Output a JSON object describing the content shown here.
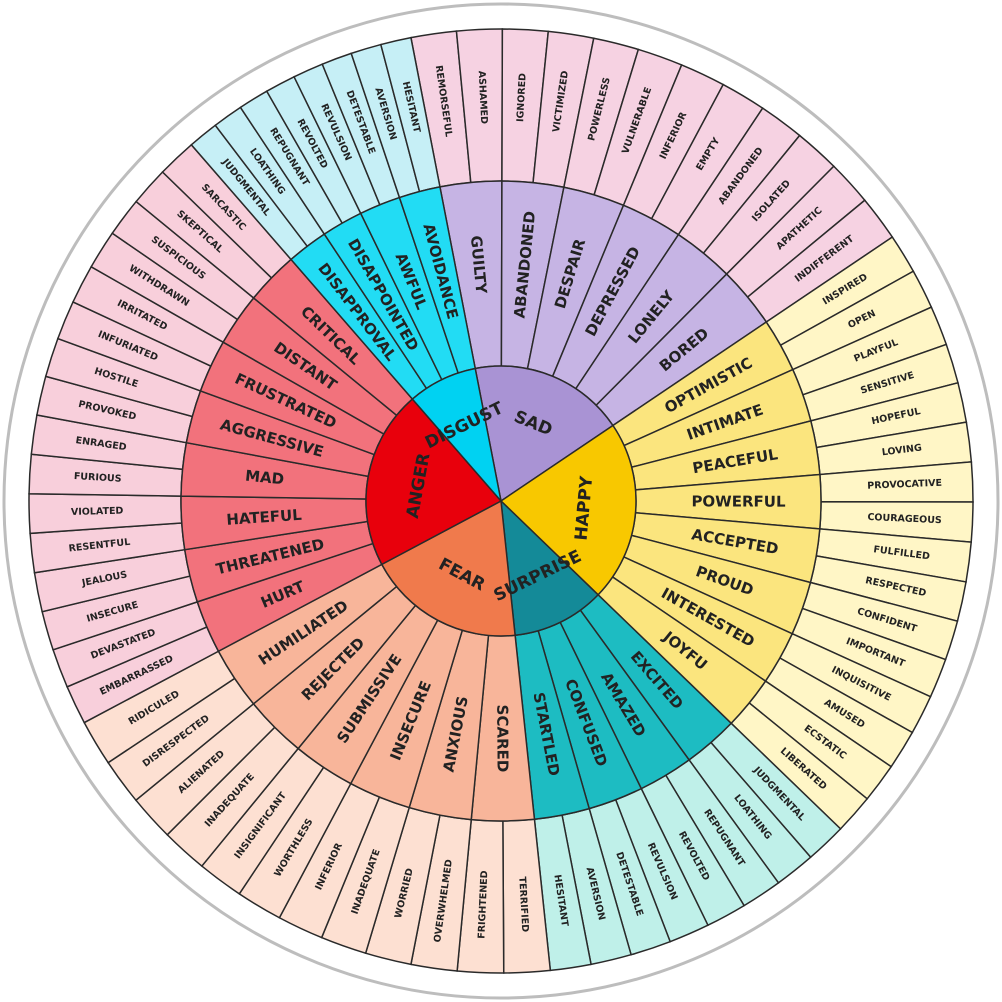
{
  "wheel": {
    "colors": {
      "sad": {
        "core": "#a993d4",
        "mid": "#c6b4e4",
        "out": "#f6d2e2",
        "text": "#222222"
      },
      "happy": {
        "core": "#f8c800",
        "mid": "#fbe57e",
        "out": "#fff6c6",
        "text": "#222222"
      },
      "surprise": {
        "core": "#148a98",
        "mid": "#1dbcc2",
        "out": "#bff0e9",
        "text": "#ffffff"
      },
      "fear": {
        "core": "#f07a4c",
        "mid": "#f8b59a",
        "out": "#fde0d2",
        "text": "#ffffff"
      },
      "anger": {
        "core": "#e8000c",
        "mid": "#f2727c",
        "out": "#f8cfdb",
        "text": "#ffffff"
      },
      "disgust": {
        "core": "#00d2f2",
        "mid": "#22dcf4",
        "out": "#c6eff6",
        "text": "#222222"
      }
    },
    "emotions": [
      {
        "key": "sad",
        "name": "SAD",
        "start": -11,
        "end": 56,
        "mid": [
          "GUILTY",
          "ABANDONED",
          "DESPAIR",
          "DEPRESSED",
          "LONELY",
          "BORED"
        ],
        "outer": [
          "REMORSEFUL",
          "ASHAMED",
          "IGNORED",
          "VICTIMIZED",
          "POWERLESS",
          "VULNERABLE",
          "INFERIOR",
          "EMPTY",
          "ABANDONED",
          "ISOLATED",
          "APATHETIC",
          "INDIFFERENT"
        ]
      },
      {
        "key": "happy",
        "name": "HAPPY",
        "start": 56,
        "end": 134,
        "mid": [
          "OPTIMISTIC",
          "INTIMATE",
          "PEACEFUL",
          "POWERFUL",
          "ACCEPTED",
          "PROUD",
          "INTERESTED",
          "JOYFU"
        ],
        "outer": [
          "INSPIRED",
          "OPEN",
          "PLAYFUL",
          "SENSITIVE",
          "HOPEFUL",
          "LOVING",
          "PROVOCATIVE",
          "COURAGEOUS",
          "FULFILLED",
          "RESPECTED",
          "CONFIDENT",
          "IMPORTANT",
          "INQUISITIVE",
          "AMUSED",
          "ECSTATIC",
          "LIBERATED"
        ]
      },
      {
        "key": "surprise",
        "name": "SURPRISE",
        "start": 134,
        "end": 174,
        "mid": [
          "EXCITED",
          "AMAZED",
          "CONFUSED",
          "STARTLED"
        ],
        "outer": [
          "JUDGMENTAL",
          "LOATHING",
          "REPUGNANT",
          "REVOLTED",
          "REVULSION",
          "DETESTABLE",
          "AVERSION",
          "HESITANT"
        ]
      },
      {
        "key": "fear",
        "name": "FEAR",
        "start": 174,
        "end": 242,
        "mid": [
          "SCARED",
          "ANXIOUS",
          "INSECURE",
          "SUBMISSIVE",
          "REJECTED",
          "HUMILIATED"
        ],
        "outer": [
          "TERRIFIED",
          "FRIGHTENED",
          "OVERWHELMED",
          "WORRIED",
          "INADEQUATE",
          "INFERIOR",
          "WORTHLESS",
          "INSIGNIFICANT",
          "INADEQUATE",
          "ALIENATED",
          "DISRESPECTED",
          "RIDICULED"
        ]
      },
      {
        "key": "anger",
        "name": "ANGER",
        "start": 242,
        "end": 319,
        "mid": [
          "HURT",
          "THREATENED",
          "HATEFUL",
          "MAD",
          "AGGRESSIVE",
          "FRUSTRATED",
          "DISTANT",
          "CRITICAL"
        ],
        "outer": [
          "EMBARRASSED",
          "DEVASTATED",
          "INSECURE",
          "JEALOUS",
          "RESENTFUL",
          "VIOLATED",
          "FURIOUS",
          "ENRAGED",
          "PROVOKED",
          "HOSTILE",
          "INFURIATED",
          "IRRITATED",
          "WITHDRAWN",
          "SUSPICIOUS",
          "SKEPTICAL",
          "SARCASTIC"
        ]
      },
      {
        "key": "disgust",
        "name": "DISGUST",
        "start": 319,
        "end": 349,
        "mid": [
          "DISAPPROVAL",
          "DISAPPOINTED",
          "AWFUL",
          "AVOIDANCE"
        ],
        "outer": [
          "JUDGMENTAL",
          "LOATHING",
          "REPUGNANT",
          "REVOLTED",
          "REVULSION",
          "DETESTABLE",
          "AVERSION",
          "HESITANT"
        ]
      }
    ]
  }
}
